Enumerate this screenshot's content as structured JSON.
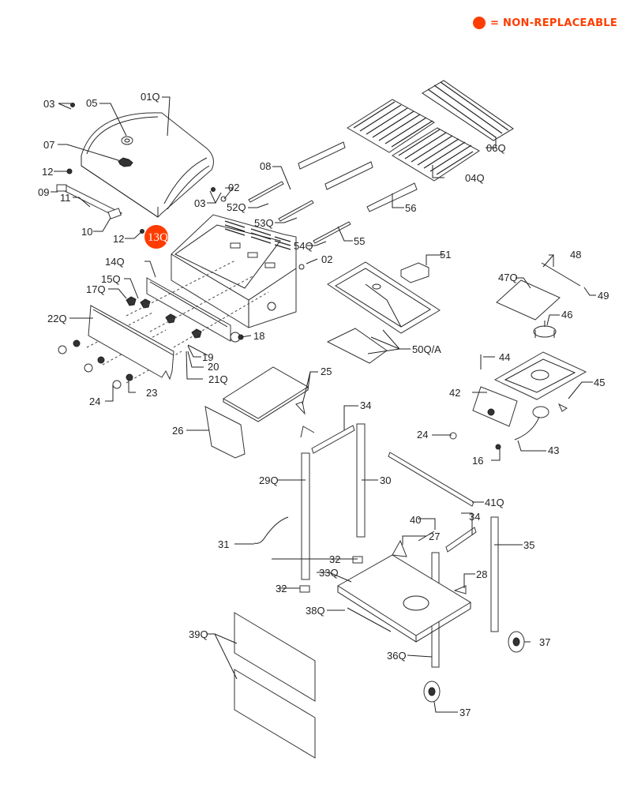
{
  "legend": {
    "symbol": "red-dot",
    "color": "#ff3c00",
    "text": "= NON-REPLACEABLE"
  },
  "non_replaceable_color": "#ff3c00",
  "parts": {
    "p01Q": "01Q",
    "p02a": "02",
    "p02b": "02",
    "p03a": "03",
    "p03b": "03",
    "p04Q": "04Q",
    "p05": "05",
    "p06Q": "06Q",
    "p07": "07",
    "p08": "08",
    "p09": "09",
    "p10": "10",
    "p11": "11",
    "p12a": "12",
    "p12b": "12",
    "p13Q": "13Q",
    "p14Q": "14Q",
    "p15Q": "15Q",
    "p16": "16",
    "p17Q": "17Q",
    "p18": "18",
    "p19": "19",
    "p20": "20",
    "p21Q": "21Q",
    "p22Q": "22Q",
    "p23": "23",
    "p24a": "24",
    "p24b": "24",
    "p25": "25",
    "p26": "26",
    "p27": "27",
    "p28": "28",
    "p29Q": "29Q",
    "p30": "30",
    "p31": "31",
    "p32a": "32",
    "p32b": "32",
    "p33Q": "33Q",
    "p34a": "34",
    "p34b": "34",
    "p35": "35",
    "p36Q": "36Q",
    "p37a": "37",
    "p37b": "37",
    "p38Q": "38Q",
    "p39Q": "39Q",
    "p40": "40",
    "p41Q": "41Q",
    "p42": "42",
    "p43": "43",
    "p44": "44",
    "p45": "45",
    "p46": "46",
    "p47Q": "47Q",
    "p48": "48",
    "p49": "49",
    "p50QA": "50Q/A",
    "p51": "51",
    "p52Q": "52Q",
    "p53Q": "53Q",
    "p54Q": "54Q",
    "p55": "55",
    "p56": "56"
  },
  "non_replaceable_parts": [
    "13Q"
  ]
}
